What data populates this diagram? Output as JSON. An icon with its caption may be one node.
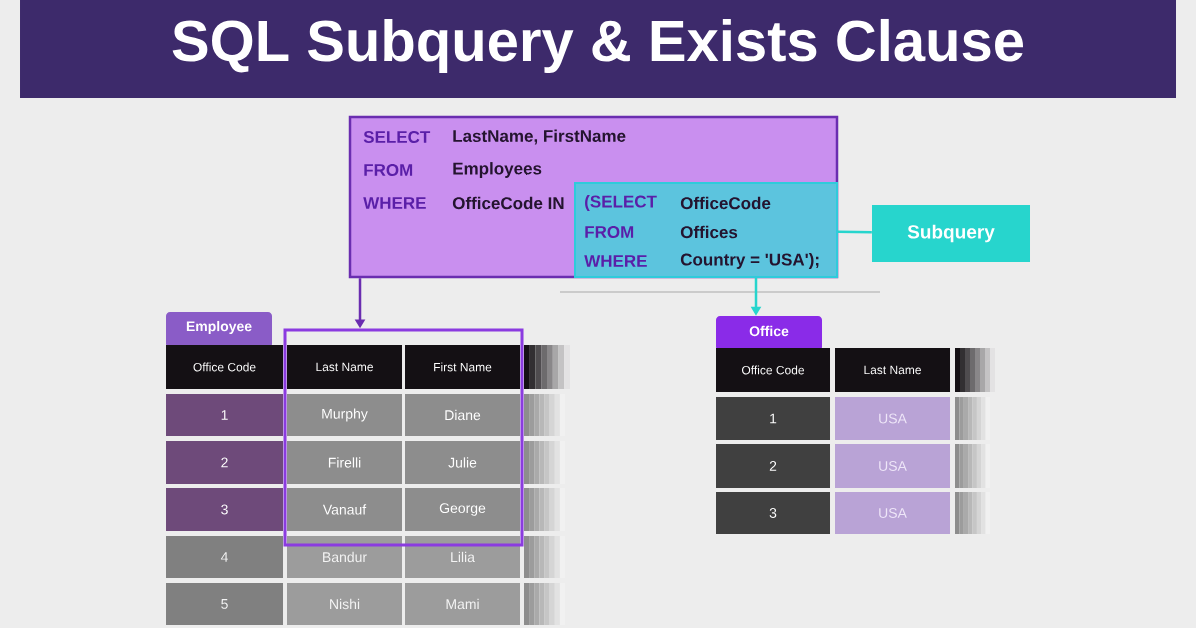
{
  "diagram": {
    "title": "SQL Subquery & Exists Clause",
    "nodes": [
      {
        "text": [
          "SELECT",
          "LastName, FirstName",
          "FROM",
          "Employees",
          "WHERE",
          "OfficeCode IN"
        ]
      },
      {
        "text": [
          "(SELECT",
          "OfficeCode",
          "FROM",
          "Offices",
          "WHERE",
          "Country = 'USA');"
        ],
        "in": 0
      },
      {
        "text": [
          "Subquery"
        ]
      },
      {
        "text": [
          "Employee"
        ]
      },
      {
        "text": [],
        "shape": "box"
      },
      {
        "text": [
          "Office"
        ]
      }
    ],
    "edges": [
      {
        "from": 2,
        "to": 1,
        "arrow": "none"
      },
      {
        "from": 0,
        "to": 4,
        "arrow": "to",
        "color": "#6a2db0"
      },
      {
        "from": 1,
        "to": 5,
        "arrow": "to"
      }
    ],
    "labels": [
      "Office Code",
      "Last Name",
      "First Name",
      "1",
      "Murphy",
      "Diane",
      "2",
      "Firelli",
      "Julie",
      "3",
      "Vanauf",
      "George",
      "4",
      "Bandur",
      "Lilia",
      "5",
      "Nishi",
      "Mami",
      "Office Code",
      "Last Name",
      "1",
      "USA",
      "2",
      "USA",
      "3",
      "USA"
    ]
  }
}
